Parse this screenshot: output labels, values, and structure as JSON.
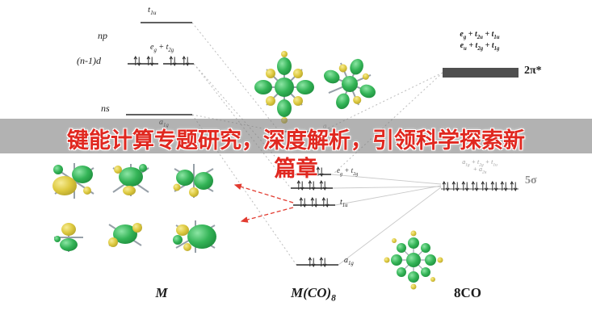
{
  "overlay": {
    "line1": "键能计算专题研究，深度解析，引领科学探索新",
    "line2": "篇章",
    "text_color": "#e02820"
  },
  "diagram": {
    "m": {
      "np": "np",
      "nd": "(n-1)d",
      "ns": "ns",
      "t1u": [
        [
          "t"
        ],
        [
          "1u",
          "sub"
        ]
      ],
      "eg_t2g": [
        [
          "e"
        ],
        [
          "g",
          "sub"
        ],
        [
          " + "
        ],
        [
          "t"
        ],
        [
          "2g",
          "sub"
        ]
      ],
      "a1g": [
        [
          "a"
        ],
        [
          "1g",
          "sub"
        ]
      ],
      "label": "M"
    },
    "mco": {
      "a1g_top": [
        [
          "a"
        ],
        [
          "1g",
          "sub"
        ]
      ],
      "eg_t2g": [
        [
          "e"
        ],
        [
          "g",
          "sub"
        ],
        [
          " + "
        ],
        [
          "t"
        ],
        [
          "2g",
          "sub"
        ]
      ],
      "t1u": [
        [
          "t"
        ],
        [
          "1u",
          "sub"
        ]
      ],
      "a1g": [
        [
          "a"
        ],
        [
          "1g",
          "sub"
        ]
      ],
      "label": [
        [
          "M(CO)"
        ],
        [
          "8",
          "sub"
        ]
      ]
    },
    "co": {
      "pi_row1": [
        [
          "e"
        ],
        [
          "g",
          "sub"
        ],
        [
          " + "
        ],
        [
          "t"
        ],
        [
          "2u",
          "sub"
        ],
        [
          " + "
        ],
        [
          "t"
        ],
        [
          "1u",
          "sub"
        ]
      ],
      "pi_row2": [
        [
          "e"
        ],
        [
          "u",
          "sub"
        ],
        [
          " + "
        ],
        [
          "t"
        ],
        [
          "2g",
          "sub"
        ],
        [
          " + "
        ],
        [
          "t"
        ],
        [
          "1g",
          "sub"
        ]
      ],
      "pi_label": "2π*",
      "sigma_row1": [
        [
          "a"
        ],
        [
          "1g",
          "sub"
        ],
        [
          " + "
        ],
        [
          "t"
        ],
        [
          "2g",
          "sub"
        ],
        [
          " + "
        ],
        [
          "t"
        ],
        [
          "1u",
          "sub"
        ]
      ],
      "sigma_row2": [
        [
          "+ "
        ],
        [
          "a"
        ],
        [
          "2u",
          "sub"
        ]
      ],
      "sigma_label": "5σ",
      "label": "8CO"
    },
    "colors": {
      "orbital_green": "#34b457",
      "orbital_yellow": "#ddc93f",
      "arrow_red": "#e23b30",
      "level_bar": "#4f4f4f",
      "banner": "rgba(122,122,122,0.58)"
    }
  }
}
